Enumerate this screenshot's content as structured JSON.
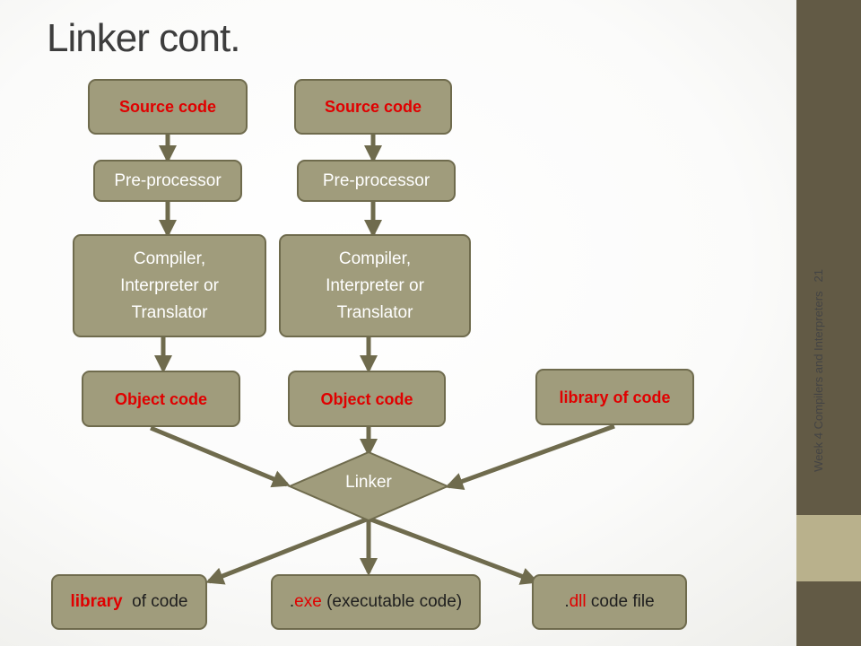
{
  "slide": {
    "title": "Linker cont.",
    "footer": "Week 4 Compilers and Interpreters",
    "page_number": "21"
  },
  "colors": {
    "node_fill": "#a09c7c",
    "node_border": "#6f6b4d",
    "arrow": "#6f6b4d",
    "highlight_text": "#e00000",
    "sidebar": "#625a45",
    "sidebar_band": "#b9b18c"
  },
  "diagram": {
    "source_left": "Source code",
    "source_right": "Source code",
    "pre_left": "Pre-processor",
    "pre_right": "Pre-processor",
    "compiler_left": [
      "Compiler,",
      "Interpreter or",
      "Translator"
    ],
    "compiler_right": [
      "Compiler,",
      "Interpreter or",
      "Translator"
    ],
    "object_left": "Object code",
    "object_right": "Object code",
    "library_in": "library of code",
    "linker": "Linker",
    "output_library": {
      "highlight": "library",
      "rest": "  of code"
    },
    "output_exe": {
      "prefix": ".",
      "highlight": "exe",
      "rest": " (executable code)"
    },
    "output_dll": {
      "prefix": ".",
      "highlight": "dll",
      "rest": " code file"
    }
  }
}
